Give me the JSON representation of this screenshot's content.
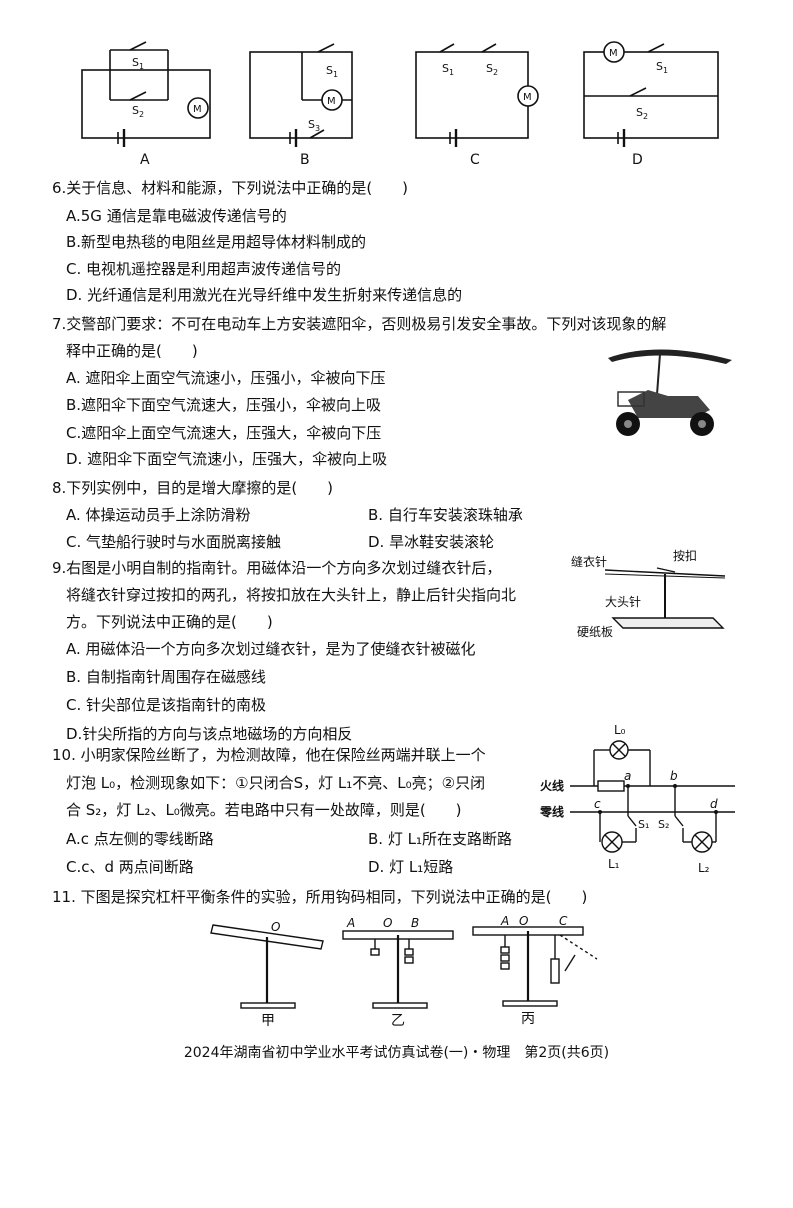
{
  "circuits": {
    "labels": [
      "A",
      "B",
      "C",
      "D"
    ],
    "s1": "S",
    "s2": "S",
    "s3": "S",
    "m": "M",
    "sub1": "1",
    "sub2": "2",
    "sub3": "3"
  },
  "q6": {
    "stem": "6.关于信息、材料和能源，下列说法中正确的是(　　)",
    "a": "A.5G 通信是靠电磁波传递信号的",
    "b": "B.新型电热毯的电阻丝是用超导体材料制成的",
    "c": "C. 电视机遥控器是利用超声波传递信号的",
    "d": "D. 光纤通信是利用激光在光导纤维中发生折射来传递信息的"
  },
  "q7": {
    "stem1": "7.交警部门要求：不可在电动车上方安装遮阳伞，否则极易引发安全事故。下列对该现象的解",
    "stem2": "释中正确的是(　　)",
    "a": "A. 遮阳伞上面空气流速小，压强小，伞被向下压",
    "b": "B.遮阳伞下面空气流速大，压强小，伞被向上吸",
    "c": "C.遮阳伞上面空气流速大，压强大，伞被向下压",
    "d": "D. 遮阳伞下面空气流速小，压强大，伞被向上吸"
  },
  "q8": {
    "stem": "8.下列实例中，目的是增大摩擦的是(　　)",
    "a": "A. 体操运动员手上涂防滑粉",
    "b": "B. 自行车安装滚珠轴承",
    "c": "C. 气垫船行驶时与水面脱离接触",
    "d": "D. 旱冰鞋安装滚轮"
  },
  "q9": {
    "stem1": "9.右图是小明自制的指南针。用磁体沿一个方向多次划过缝衣针后，",
    "stem2": "将缝衣针穿过按扣的两孔，将按扣放在大头针上，静止后针尖指向北",
    "stem3": "方。下列说法中正确的是(　　)",
    "a": "A. 用磁体沿一个方向多次划过缝衣针，是为了使缝衣针被磁化",
    "b": "B. 自制指南针周围存在磁感线",
    "c": "C. 针尖部位是该指南针的南极",
    "d": "D.针尖所指的方向与该点地磁场的方向相反",
    "fig_needle": "缝衣针",
    "fig_button": "按扣",
    "fig_pin": "大头针",
    "fig_board": "硬纸板"
  },
  "q10": {
    "stem1": "10. 小明家保险丝断了，为检测故障，他在保险丝两端并联上一个",
    "stem2": "灯泡 L₀，检测现象如下：①只闭合S，灯 L₁不亮、L₀亮；②只闭",
    "stem3": "合 S₂，灯 L₂、L₀微亮。若电路中只有一处故障，则是(　　)",
    "a": "A.c 点左侧的零线断路",
    "b": "B. 灯 L₁所在支路断路",
    "c": "C.c、d 两点间断路",
    "d": "D. 灯 L₁短路",
    "fig_fire": "火线",
    "fig_zero": "零线",
    "fig_l0": "L₀",
    "fig_l1": "L₁",
    "fig_l2": "L₂",
    "fig_s1": "S₁",
    "fig_s2": "S₂",
    "fig_a": "a",
    "fig_b": "b",
    "fig_c": "c",
    "fig_d": "d"
  },
  "q11": {
    "stem": "11. 下图是探究杠杆平衡条件的实验，所用钩码相同，下列说法中正确的是(　　)",
    "fig_o": "O",
    "fig_a": "A",
    "fig_b": "B",
    "fig_c": "C",
    "cap1": "甲",
    "cap2": "乙",
    "cap3": "丙"
  },
  "footer": "2024年湖南省初中学业水平考试仿真试卷(一)・物理　第2页(共6页)"
}
